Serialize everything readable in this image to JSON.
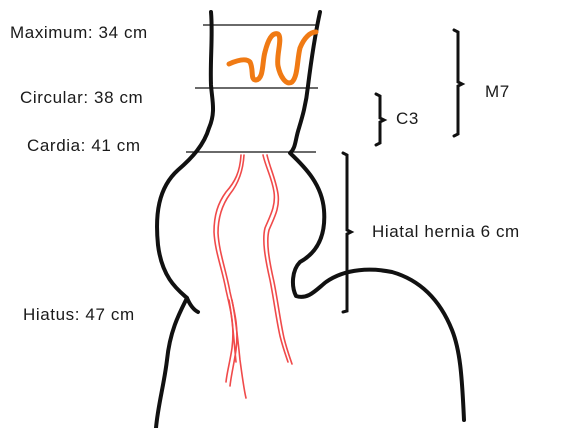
{
  "labels": {
    "maximum": "Maximum: 34 cm",
    "circular": "Circular: 38 cm",
    "cardia": "Cardia: 41 cm",
    "hiatus": "Hiatus: 47 cm",
    "m_grade": "M7",
    "c_grade": "C3",
    "hernia": "Hiatal hernia 6 cm"
  },
  "colors": {
    "outline": "#111111",
    "lines": "#111111",
    "tongue": "#f07a14",
    "streaks": "#f04a4a",
    "text": "#1a1a1a"
  }
}
